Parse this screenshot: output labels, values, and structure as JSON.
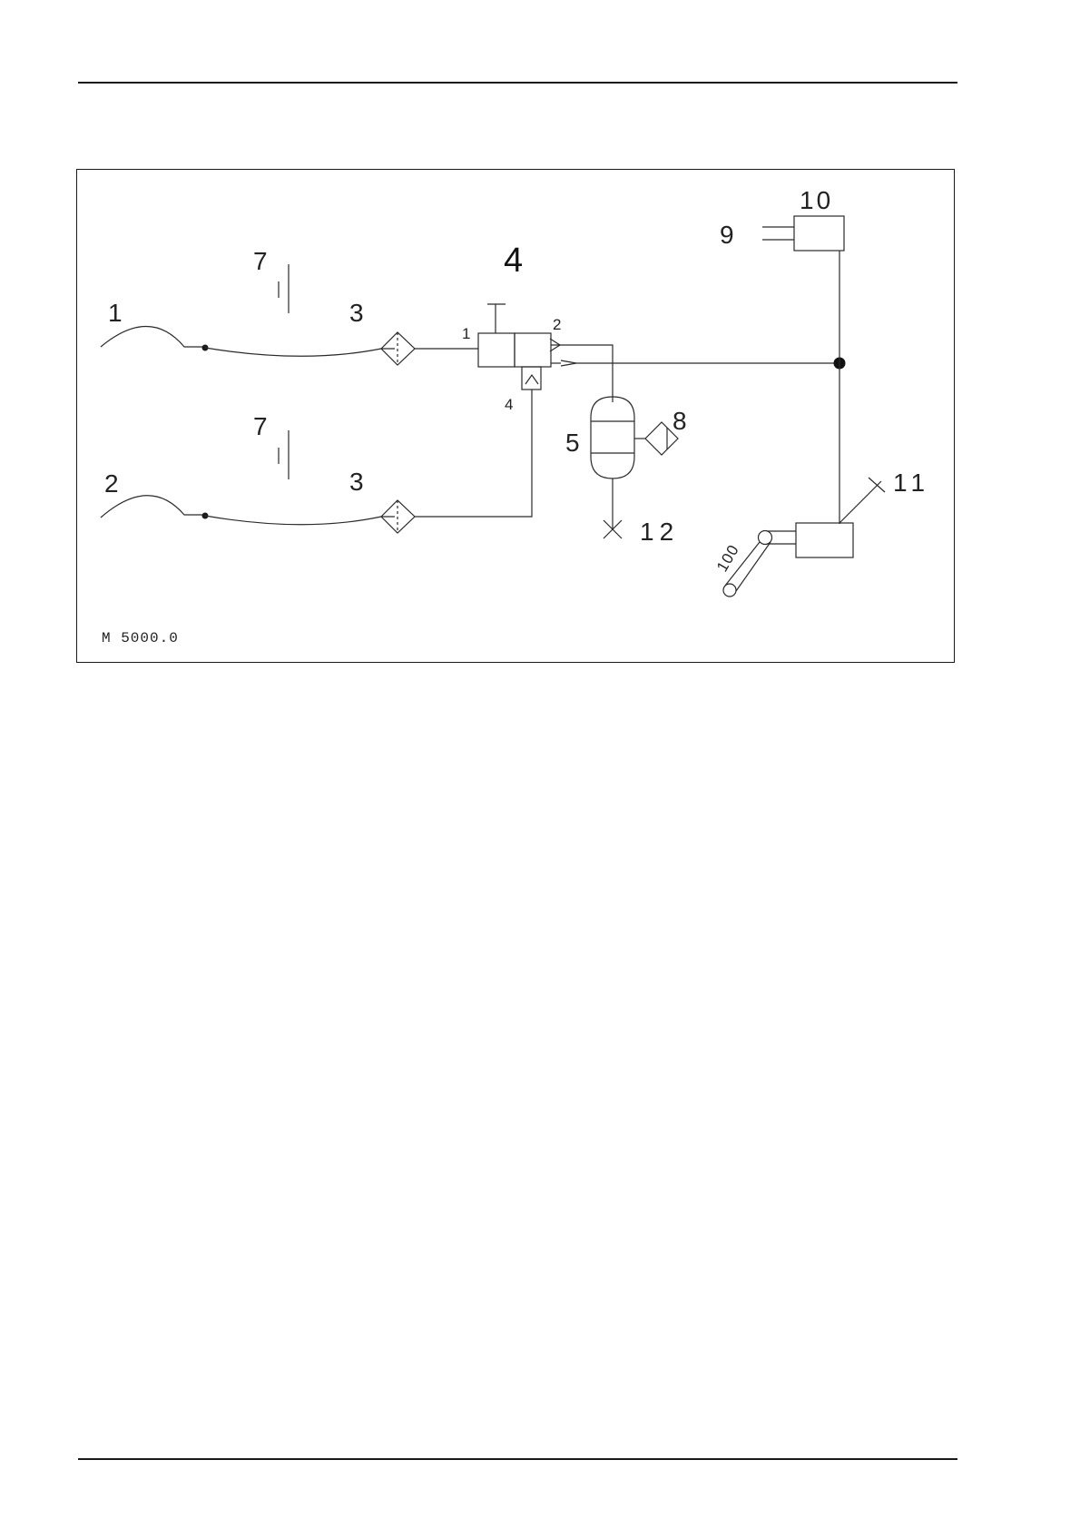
{
  "diagram": {
    "reference_code": "M 5000.0",
    "labels": {
      "supply_1": "1",
      "supply_2": "2",
      "filter_upper": "3",
      "filter_lower": "3",
      "valve": "4",
      "valve_port_1": "1",
      "valve_port_2": "2",
      "valve_port_4": "4",
      "reservoir": "5",
      "marker_upper": "7",
      "marker_lower": "7",
      "pressure_switch": "8",
      "input_9": "9",
      "unit_10": "10",
      "outlet_11": "11",
      "drain_12": "12",
      "handpiece_100": "100"
    }
  }
}
